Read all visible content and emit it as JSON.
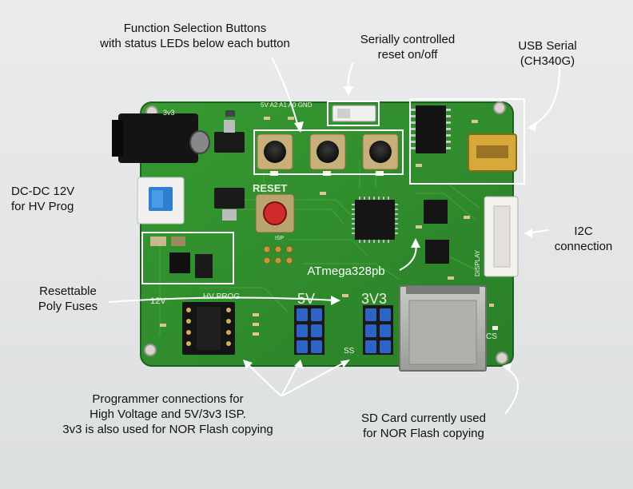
{
  "annotations": {
    "function_buttons": [
      "Function Selection Buttons",
      "with status LEDs below each button"
    ],
    "reset": [
      "Serially controlled",
      "reset on/off"
    ],
    "usb": [
      "USB Serial",
      "(CH340G)"
    ],
    "dcdc": [
      "DC-DC 12V",
      "for HV Prog"
    ],
    "i2c": [
      "I2C",
      "connection"
    ],
    "mcu": "ATmega328pb",
    "fuses": [
      "Resettable",
      "Poly Fuses"
    ],
    "programmer": [
      "Programmer connections for",
      "High Voltage and 5V/3v3 ISP.",
      "3v3 is also used for NOR Flash copying"
    ],
    "sd": [
      "SD Card currently used",
      "for NOR Flash copying"
    ]
  },
  "silkscreen": {
    "reset": "RESET",
    "hv_prog": "HV PROG",
    "v12": "12V",
    "v5": "5V",
    "v3v3": "3V3",
    "ss": "SS",
    "cs": "CS",
    "display": "DISPLAY",
    "isp": "ISP",
    "v3v3_small": "3v3",
    "top_pins": "5V  A2  A1  A0  GND"
  },
  "colors": {
    "pcb": "#2f8a2c",
    "pcb_dark": "#226b22",
    "highlight_box": "#ffffff",
    "arrow": "#ffffff"
  }
}
